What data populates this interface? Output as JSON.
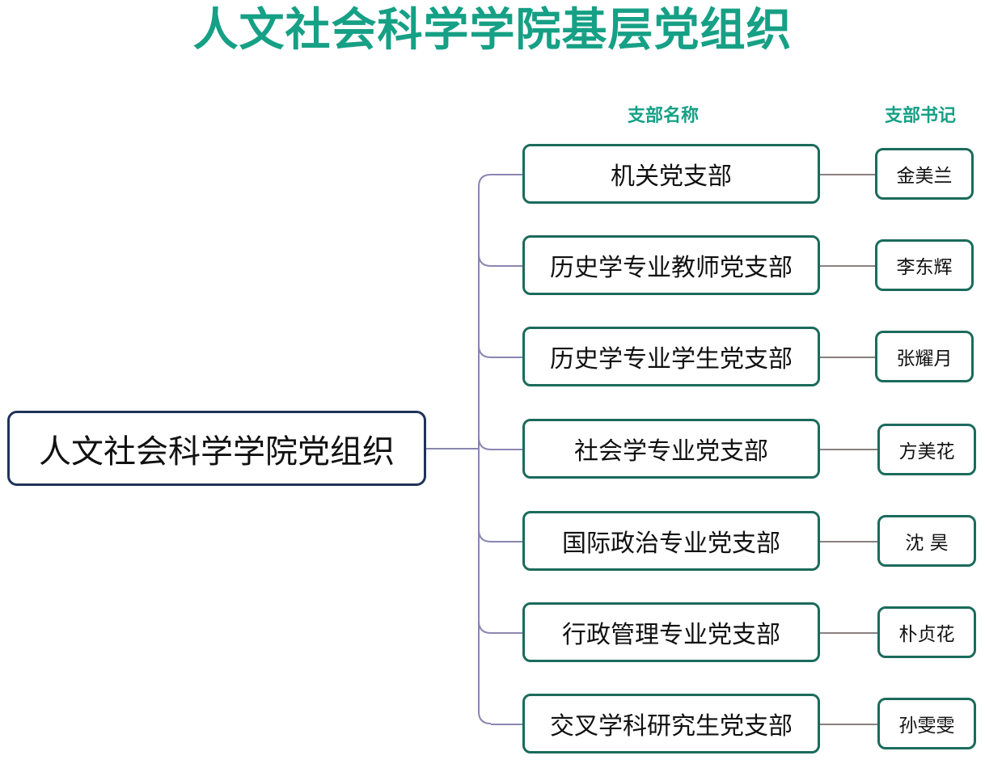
{
  "title": "人文社会科学学院基层党组织",
  "headers": {
    "branch_name": "支部名称",
    "branch_secretary": "支部书记"
  },
  "root": {
    "label": "人文社会科学学院党组织"
  },
  "branches": [
    {
      "name": "机关党支部",
      "secretary": "金美兰"
    },
    {
      "name": "历史学专业教师党支部",
      "secretary": "李东辉"
    },
    {
      "name": "历史学专业学生党支部",
      "secretary": "张耀月"
    },
    {
      "name": "社会学专业党支部",
      "secretary": "方美花"
    },
    {
      "name": "国际政治专业党支部",
      "secretary": "沈 昊"
    },
    {
      "name": "行政管理专业党支部",
      "secretary": "朴贞花"
    },
    {
      "name": "交叉学科研究生党支部",
      "secretary": "孙雯雯"
    }
  ],
  "colors": {
    "title": "#16a085",
    "root_border": "#1f3358",
    "branch_border": "#1b6b5c",
    "tree_line": "#8a86b0",
    "secretary_line": "#8a8080"
  }
}
